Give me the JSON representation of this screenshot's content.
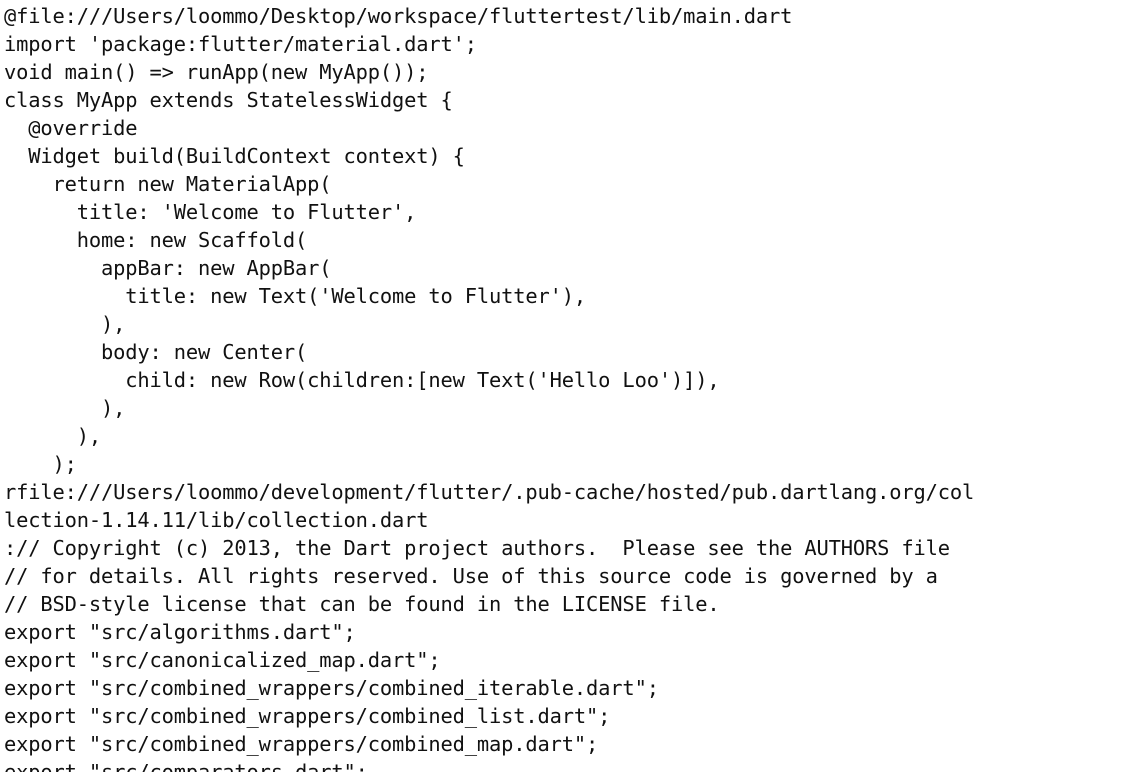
{
  "window": {
    "kind": "plain-text-code-dump",
    "background_color": "#ffffff",
    "text_color": "#111111",
    "font_style": "monospace",
    "visible_line_count": 28,
    "last_line_clipped": true
  },
  "code": {
    "lines": [
      "@file:///Users/loommo/Desktop/workspace/fluttertest/lib/main.dart",
      "import 'package:flutter/material.dart';",
      "void main() => runApp(new MyApp());",
      "class MyApp extends StatelessWidget {",
      "  @override",
      "  Widget build(BuildContext context) {",
      "    return new MaterialApp(",
      "      title: 'Welcome to Flutter',",
      "      home: new Scaffold(",
      "        appBar: new AppBar(",
      "          title: new Text('Welcome to Flutter'),",
      "        ),",
      "        body: new Center(",
      "          child: new Row(children:[new Text('Hello Loo')]),",
      "        ),",
      "      ),",
      "    );",
      "rfile:///Users/loommo/development/flutter/.pub-cache/hosted/pub.dartlang.org/col",
      "lection-1.14.11/lib/collection.dart",
      ":// Copyright (c) 2013, the Dart project authors.  Please see the AUTHORS file",
      "// for details. All rights reserved. Use of this source code is governed by a",
      "// BSD-style license that can be found in the LICENSE file.",
      "export \"src/algorithms.dart\";",
      "export \"src/canonicalized_map.dart\";",
      "export \"src/combined_wrappers/combined_iterable.dart\";",
      "export \"src/combined_wrappers/combined_list.dart\";",
      "export \"src/combined_wrappers/combined_map.dart\";",
      "export \"src/comparators.dart\";"
    ]
  }
}
